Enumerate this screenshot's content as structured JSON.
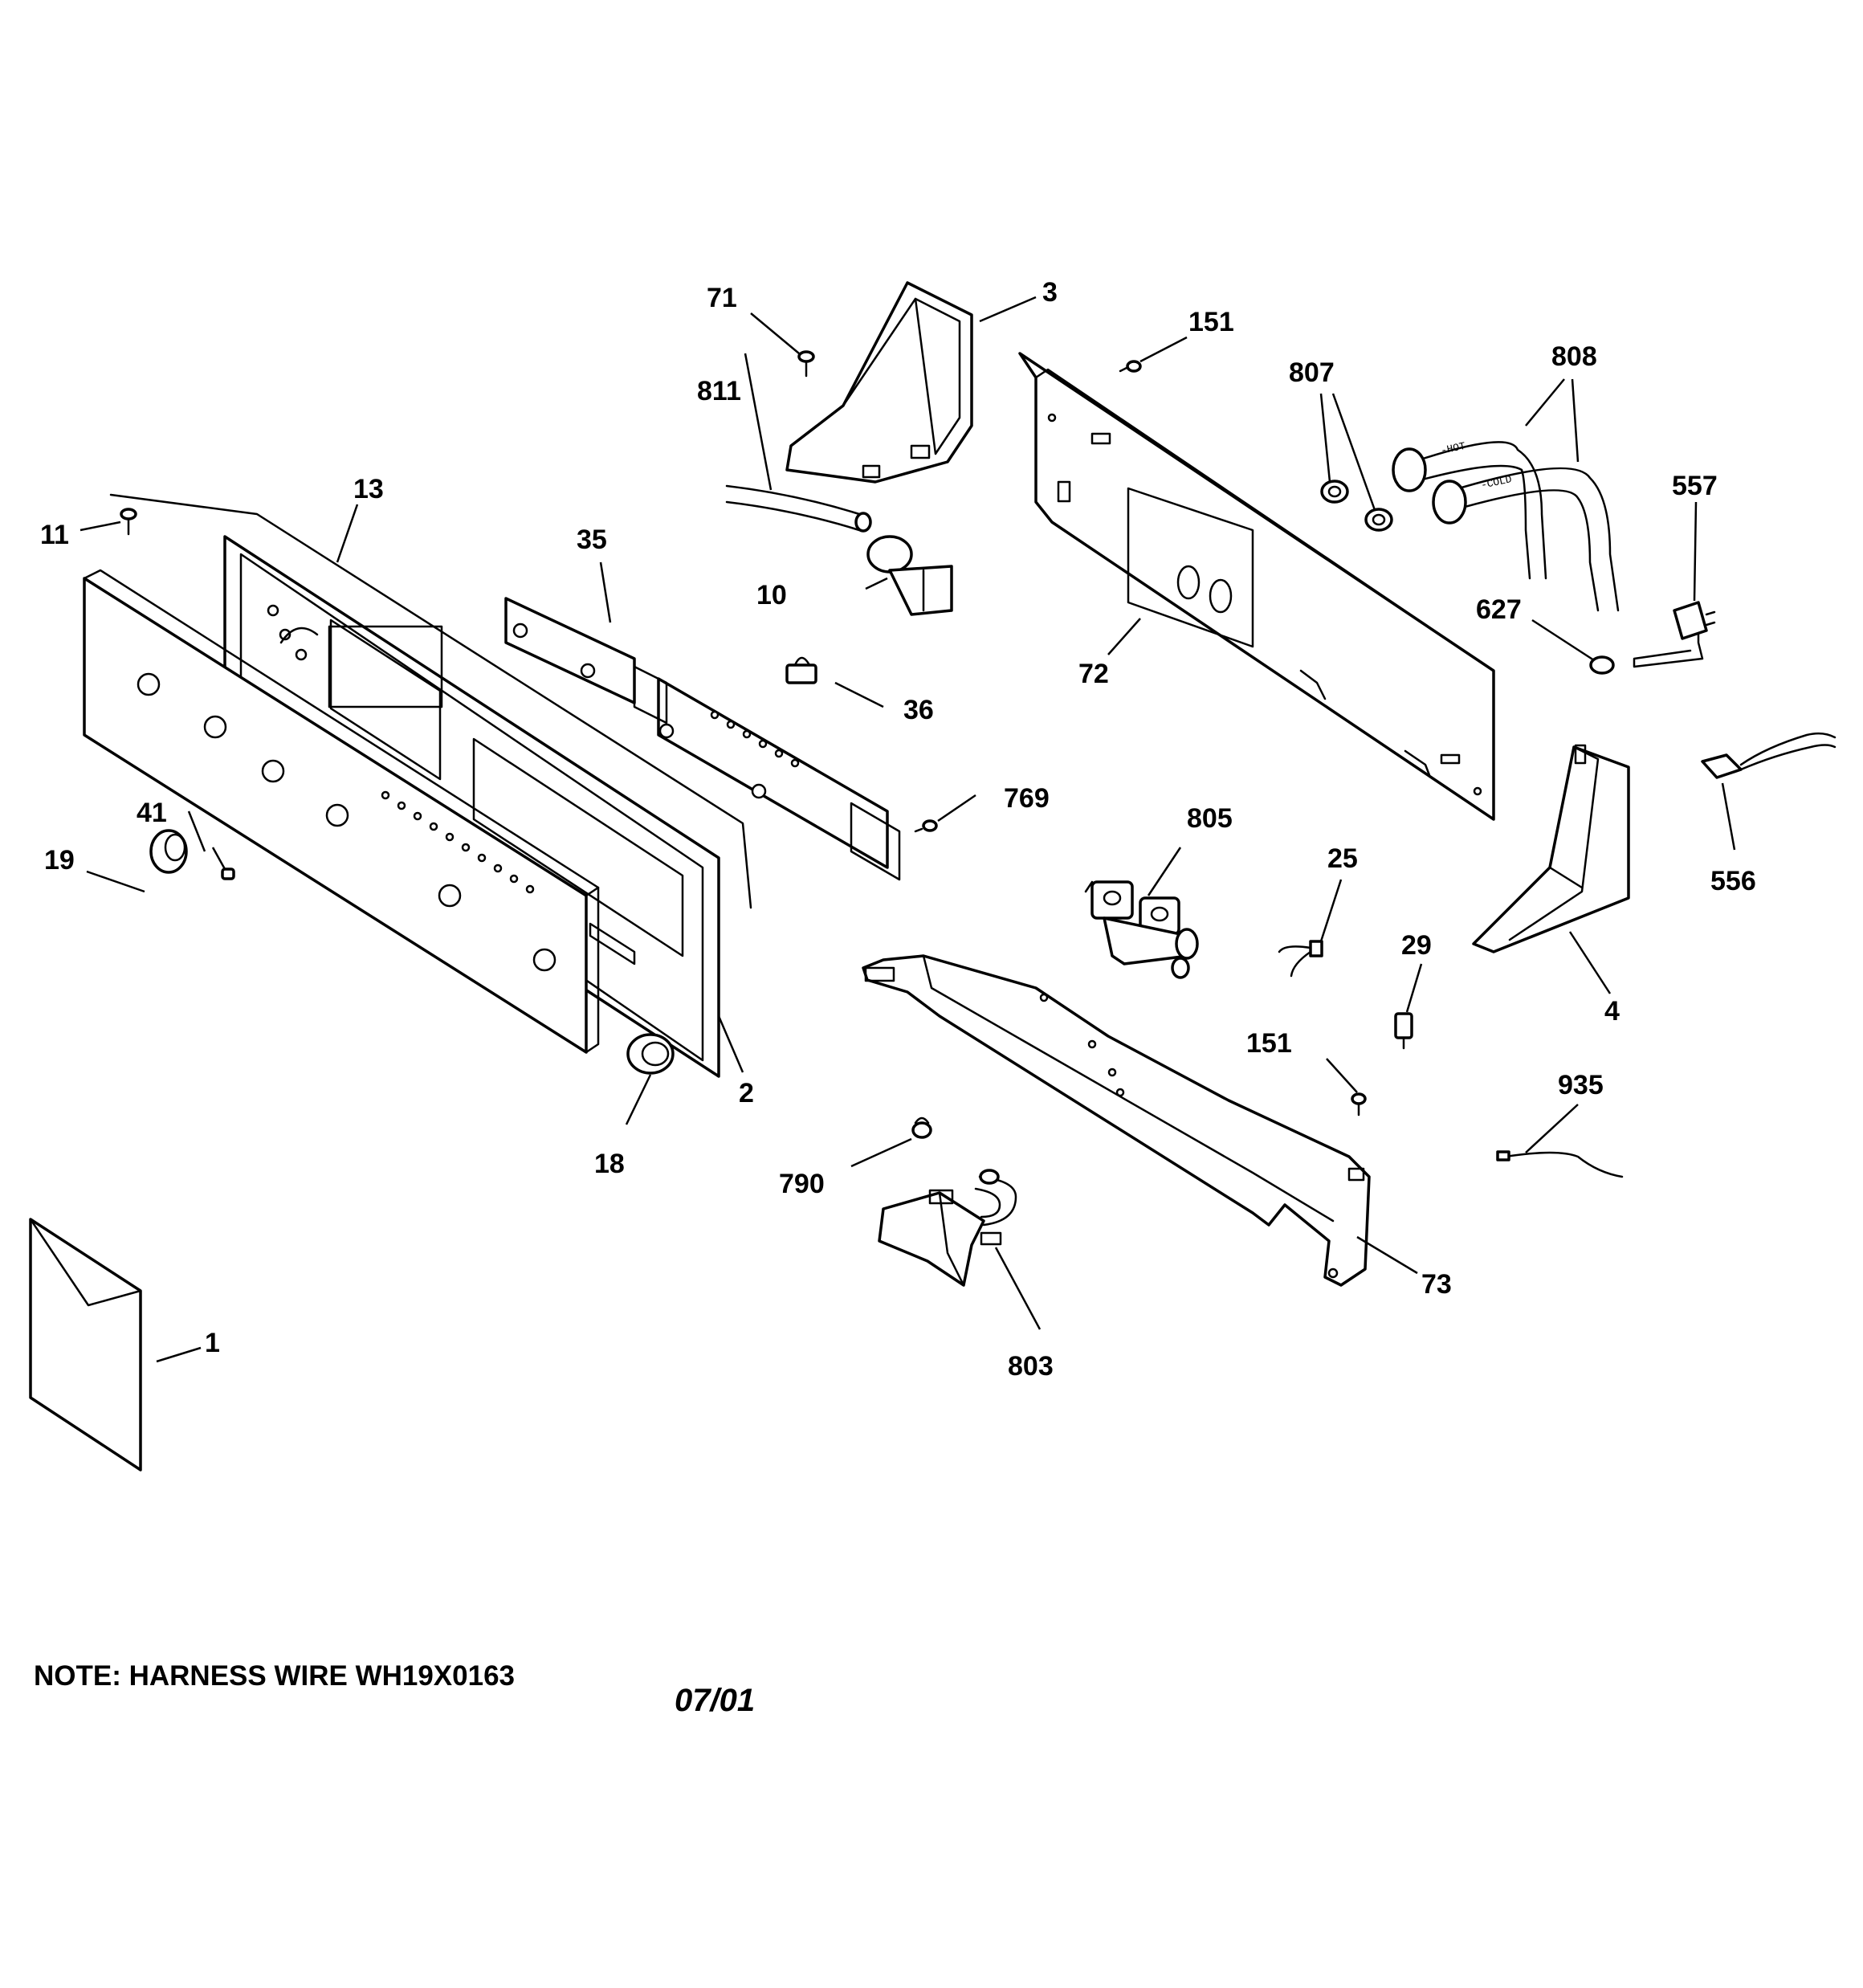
{
  "callouts": {
    "c1": "1",
    "c2": "2",
    "c3": "3",
    "c4": "4",
    "c10": "10",
    "c11": "11",
    "c13": "13",
    "c18": "18",
    "c19": "19",
    "c25": "25",
    "c29": "29",
    "c35": "35",
    "c36": "36",
    "c41": "41",
    "c71": "71",
    "c72": "72",
    "c73": "73",
    "c151a": "151",
    "c151b": "151",
    "c556": "556",
    "c557": "557",
    "c627": "627",
    "c769": "769",
    "c790": "790",
    "c803": "803",
    "c805": "805",
    "c807": "807",
    "c808": "808",
    "c811": "811",
    "c935": "935"
  },
  "hose_tags": {
    "hot": "-HOT",
    "cold": "-COLD"
  },
  "note": "NOTE: HARNESS WIRE WH19X0163",
  "date": "07/01"
}
